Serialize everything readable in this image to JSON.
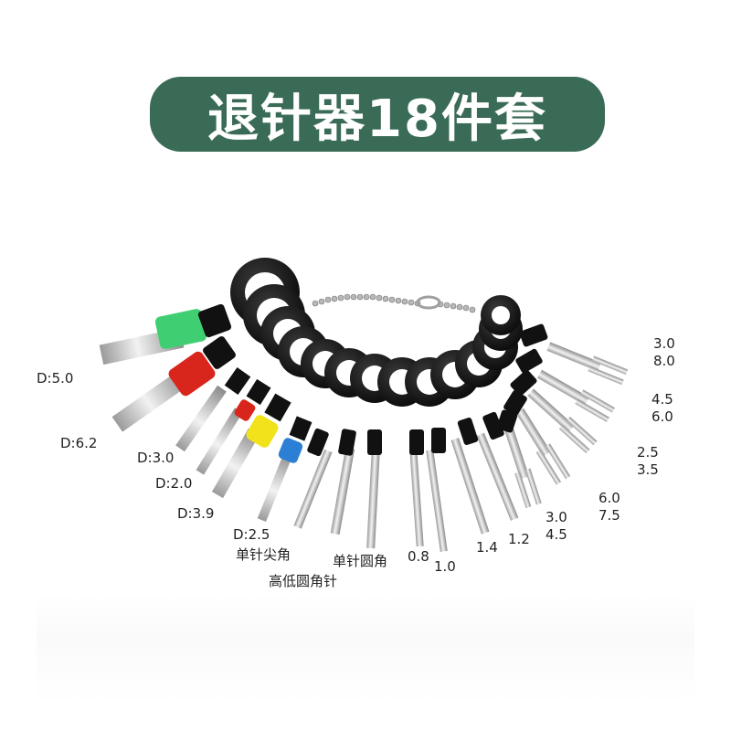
{
  "banner": {
    "title": "退针器18件套",
    "color": "#3a6b56"
  },
  "labels": {
    "d50": "D:5.0",
    "d62": "D:6.2",
    "d30": "D:3.0",
    "d20": "D:2.0",
    "d39": "D:3.9",
    "d25": "D:2.5",
    "single_pointed": "单针尖角",
    "high_low_round": "高低圆角针",
    "single_round": "单针圆角",
    "v08": "0.8",
    "v10": "1.0",
    "v14": "1.4",
    "v12": "1.2",
    "f30_45_top": "3.0",
    "f30_45_bottom": "4.5",
    "f60_75_top": "6.0",
    "f60_75_bottom": "7.5",
    "f25_35_top": "2.5",
    "f25_35_bottom": "3.5",
    "f45_60_top": "4.5",
    "f45_60_bottom": "6.0",
    "f30_80_top": "3.0",
    "f30_80_bottom": "8.0"
  },
  "colors": {
    "green_sleeve": "#3fcf72",
    "red_sleeve": "#d9261c",
    "yellow_sleeve": "#f2e21c",
    "blue_sleeve": "#2b7fd4",
    "handle": "#111111"
  }
}
